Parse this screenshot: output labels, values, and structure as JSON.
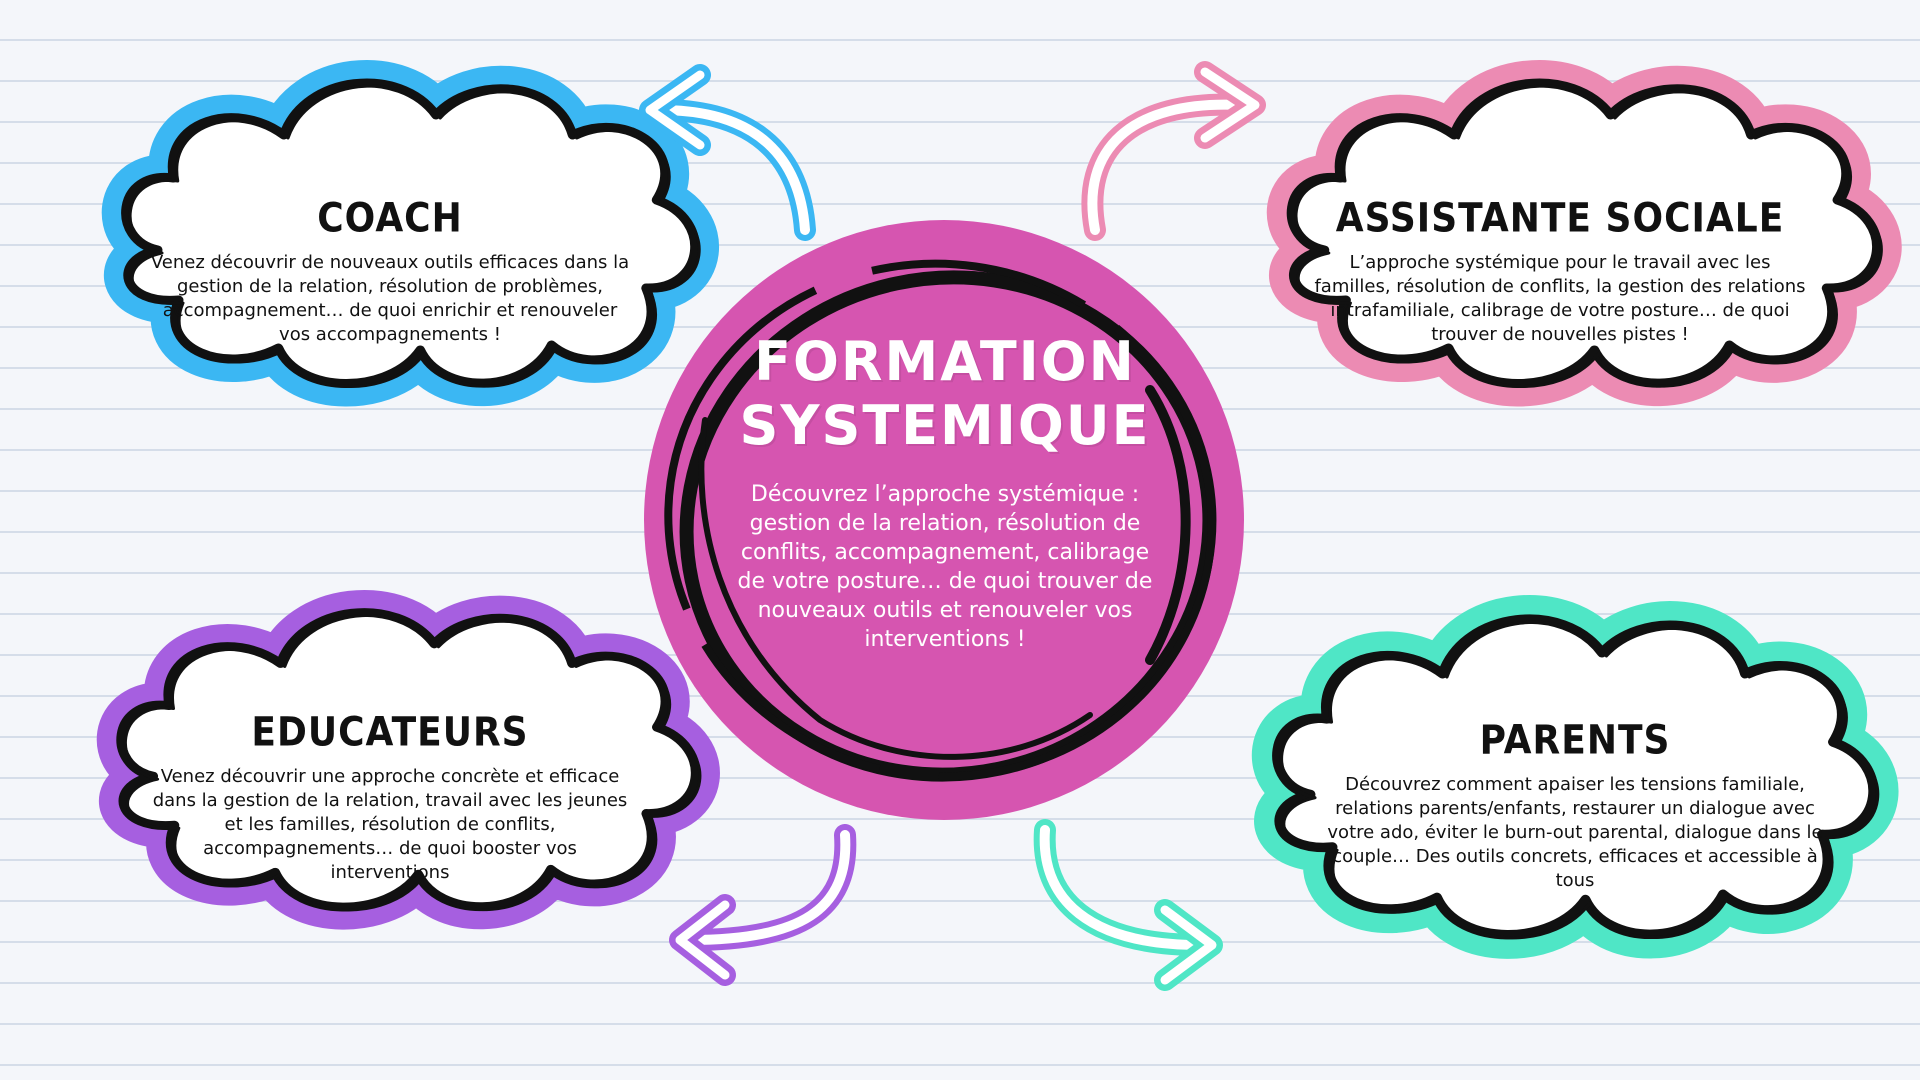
{
  "colors": {
    "coach": "#3bb7f3",
    "social": "#ec8bb3",
    "educateurs": "#a65fe0",
    "parents": "#4fe6c6",
    "center": "#d655b0",
    "ink": "#111111"
  },
  "center": {
    "title_line1": "FORMATION",
    "title_line2": "SYSTEMIQUE",
    "text": "Découvrez l’approche systémique : gestion de la relation, résolution de conflits, accompagnement, calibrage de votre posture… de quoi trouver de nouveaux outils et renouveler vos interventions !"
  },
  "clouds": {
    "coach": {
      "title": "COACH",
      "text": "Venez découvrir de nouveaux outils efficaces dans la gestion de la relation, résolution de problèmes, accompagnement… de quoi enrichir et renouveler vos accompagnements !"
    },
    "social": {
      "title": "ASSISTANTE SOCIALE",
      "text": "L’approche systémique pour le travail avec les familles, résolution de conflits, la gestion des relations intrafamiliale, calibrage de votre posture… de quoi trouver de nouvelles pistes !"
    },
    "educateurs": {
      "title": "EDUCATEURS",
      "text": "Venez découvrir une approche concrète et efficace dans la gestion de la relation, travail avec les jeunes et les familles, résolution de conflits, accompagnements… de quoi booster vos interventions"
    },
    "parents": {
      "title": "PARENTS",
      "text": "Découvrez comment apaiser les tensions familiale, relations parents/enfants, restaurer un dialogue avec votre ado, éviter le burn-out parental, dialogue dans le couple… Des outils concrets, efficaces et accessible à tous"
    }
  }
}
